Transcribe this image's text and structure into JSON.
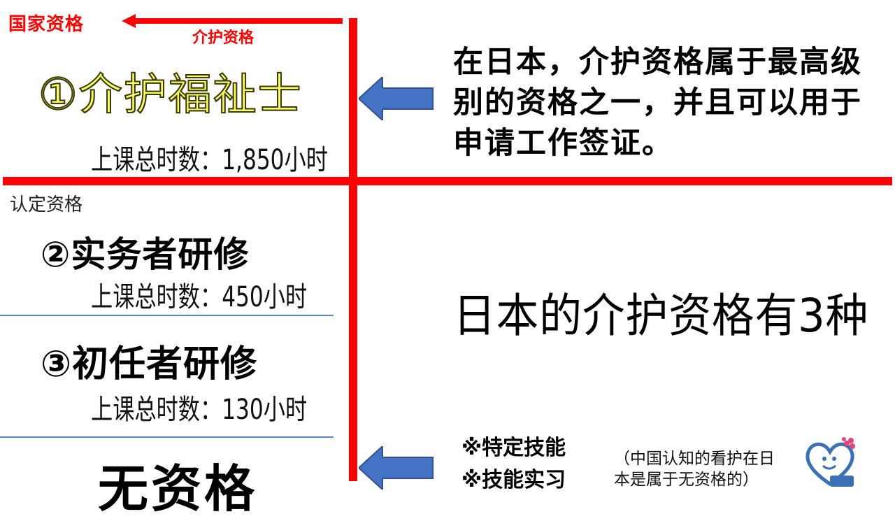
{
  "labels": {
    "national": "国家资格",
    "kaigo": "介护资格",
    "certified": "认定资格"
  },
  "qualifications": [
    {
      "title": "①介护福祉士",
      "hours": "上课总时数：1,850小时"
    },
    {
      "title": "②实务者研修",
      "hours": "上课总时数：450小时"
    },
    {
      "title": "③初任者研修",
      "hours": "上课总时数：130小时"
    }
  ],
  "no_qualification": "无资格",
  "description": "在日本，介护资格属于最高级别的资格之一，并且可以用于申请工作签证。",
  "three_types": "日本的介护资格有3种",
  "others": {
    "tokutei": "※特定技能",
    "ginou": "※技能实习"
  },
  "note": {
    "line1": "（中国认知的看护在日",
    "line2": "本是属于无资格的）"
  },
  "colors": {
    "red": "#ff0000",
    "blue_arrow": "#4472c4",
    "separator": "#5b86c6",
    "title_yellow": "#ffff66"
  }
}
